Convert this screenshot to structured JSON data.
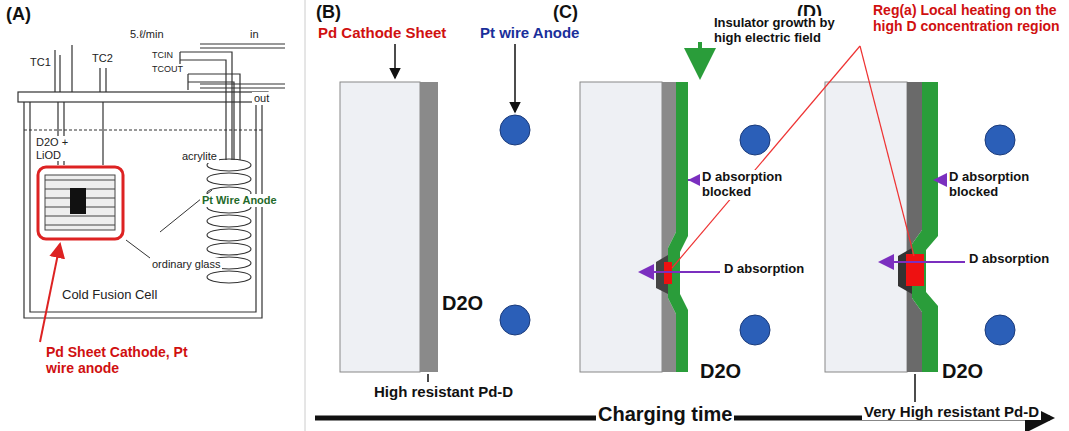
{
  "diagram": {
    "labels": [
      "(A)",
      "(B)",
      "(C)",
      "(D)",
      "Pd Cathode Sheet",
      "Pt wire Anode",
      "5.ℓ/min",
      "in",
      "out",
      "TC1",
      "TC2",
      "TCIN",
      "TCOUT",
      "D2O + LiOD",
      "acrylite",
      "Pt Wire Anode",
      "Cold Fusion Cell",
      "ordinary glass",
      "Pd Sheet Cathode, Pt wire anode",
      "D2O",
      "High resistant Pd-D",
      "Insulator growth by high electric field",
      "D absorption blocked",
      "D absorption",
      "D2O",
      "Charging time",
      "Reg(a) Local heating on the high D concentration region",
      "D absorption blocked",
      "D absorption",
      "D2O",
      "Very High resistant Pd-D"
    ]
  }
}
